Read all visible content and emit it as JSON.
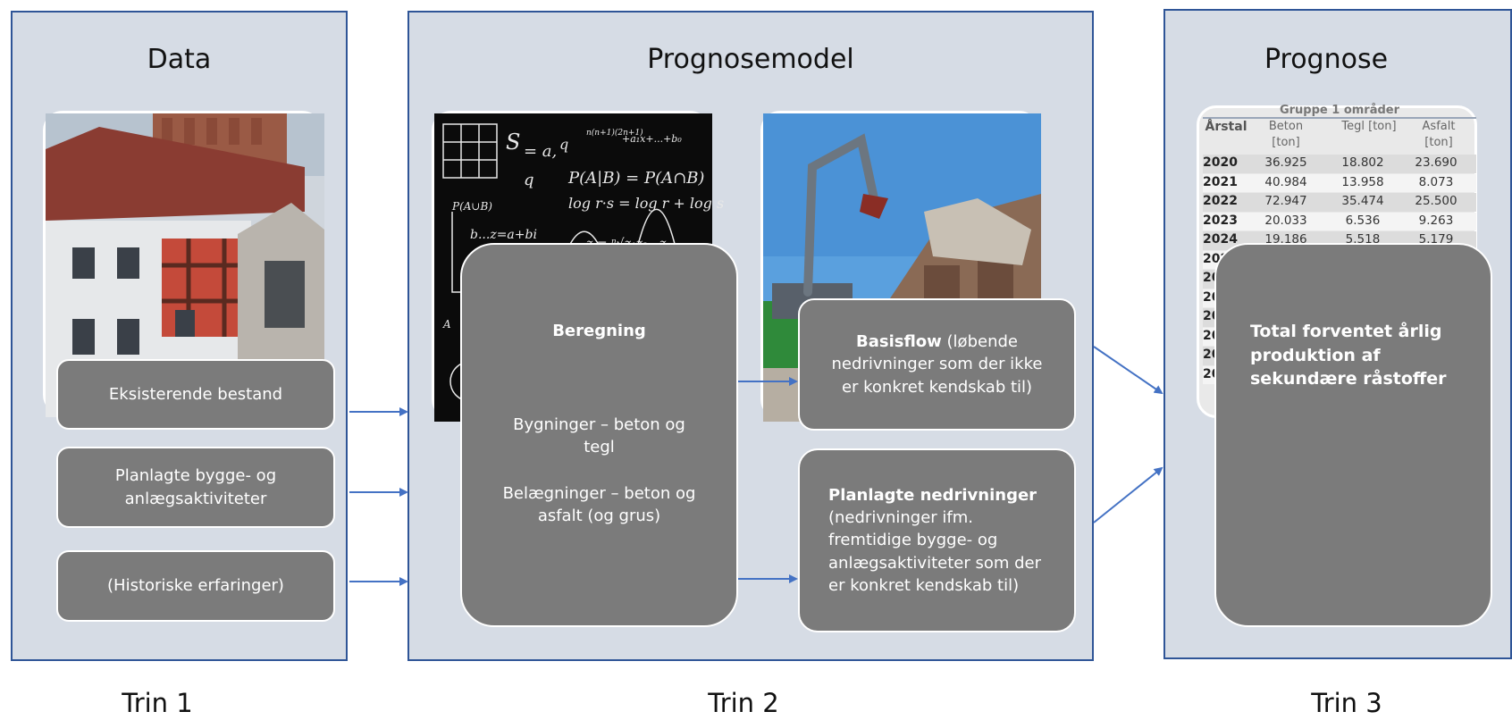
{
  "panels": {
    "data": {
      "title": "Data",
      "step": "Trin 1"
    },
    "model": {
      "title": "Prognosemodel",
      "step": "Trin 2"
    },
    "forecast": {
      "title": "Prognose",
      "step": "Trin 3"
    }
  },
  "inputs": {
    "existing": "Eksisterende bestand",
    "planned": "Planlagte bygge- og anlægsaktiviteter",
    "historical": "(Historiske erfaringer)"
  },
  "calculation": {
    "title": "Beregning",
    "buildings": "Bygninger – beton og tegl",
    "pavements": "Belægninger – beton og asfalt (og grus)"
  },
  "basisflow": {
    "title": "Basisflow",
    "text": " (løbende nedrivninger som der ikke er konkret kendskab til)"
  },
  "planned_demolitions": {
    "title": "Planlagte nedrivninger",
    "text": "(nedrivninger ifm. fremtidige bygge- og anlægsaktiviteter som der er konkret kendskab til)"
  },
  "total": "Total forventet årlig produktion af sekundære  råstoffer",
  "table": {
    "caption": "Gruppe 1 områder",
    "headers": [
      "Årstal",
      "Beton [ton]",
      "Tegl [ton]",
      "Asfalt [ton]"
    ],
    "rows": [
      [
        "2020",
        "36.925",
        "18.802",
        "23.690"
      ],
      [
        "2021",
        "40.984",
        "13.958",
        "8.073"
      ],
      [
        "2022",
        "72.947",
        "35.474",
        "25.500"
      ],
      [
        "2023",
        "20.033",
        "6.536",
        "9.263"
      ],
      [
        "2024",
        "19.186",
        "5.518",
        "5.179"
      ]
    ],
    "partial_years": [
      "202",
      "20",
      "20",
      "20",
      "20",
      "20",
      "20"
    ]
  },
  "colors": {
    "panel_bg": "#d6dce5",
    "panel_border": "#2f5597",
    "box_fill": "#7b7b7b",
    "arrow": "#4472c4"
  }
}
